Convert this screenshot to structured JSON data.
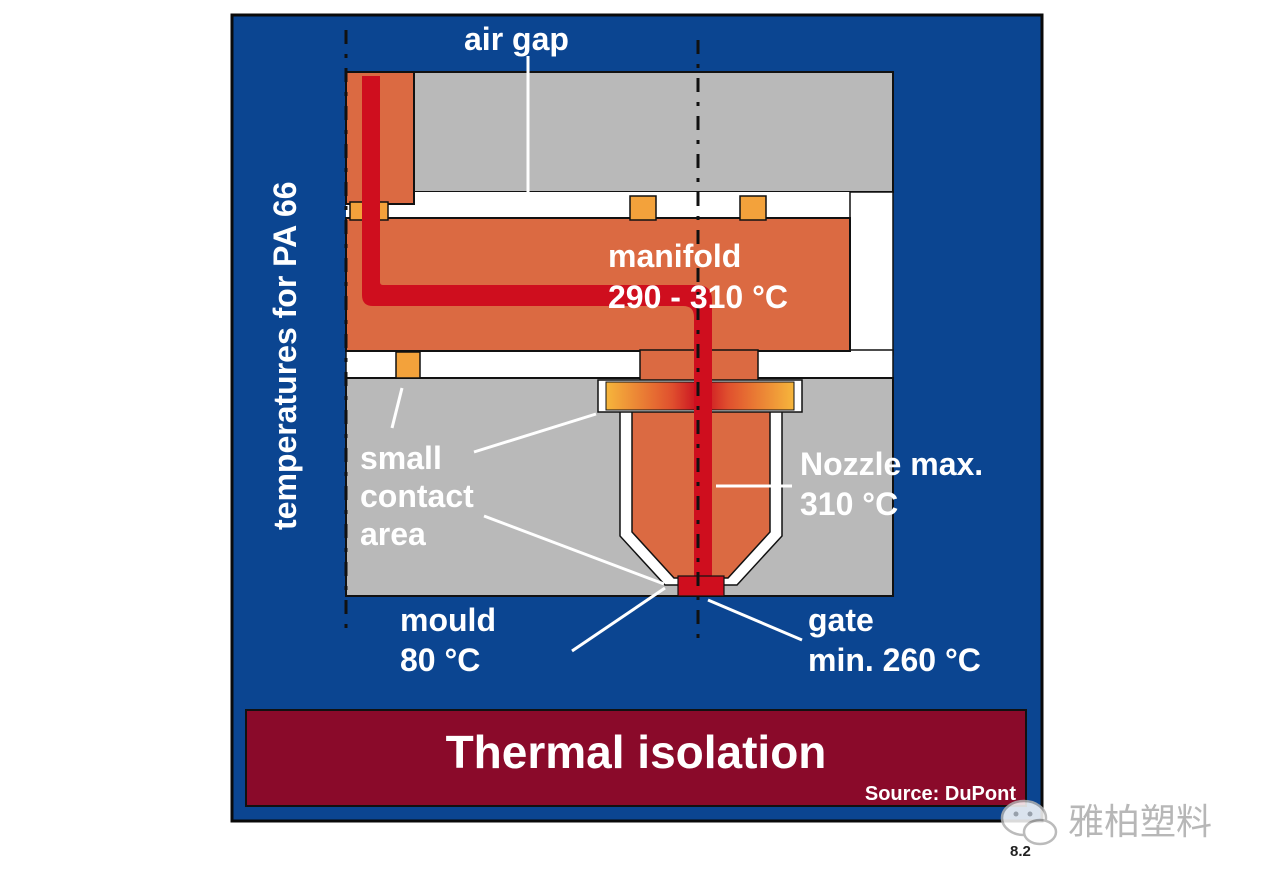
{
  "labels": {
    "air_gap": "air gap",
    "manifold_line1": "manifold",
    "manifold_line2": "290  - 310 °C",
    "small_contact_line1": "small",
    "small_contact_line2": "contact",
    "small_contact_line3": "area",
    "nozzle_line1": "Nozzle max.",
    "nozzle_line2": "310 °C",
    "mould_line1": "mould",
    "mould_line2": "80 °C",
    "gate_line1": "gate",
    "gate_line2": "min. 260 °C",
    "side_label": "temperatures for PA 66"
  },
  "banner": {
    "title": "Thermal isolation",
    "source": "Source: DuPont"
  },
  "watermark": {
    "text": "雅柏塑料",
    "icon": "wechat-icon"
  },
  "figure_number": "8.2",
  "colors": {
    "background_blue": "#0b4591",
    "mould_gray": "#b9b9b9",
    "manifold_orange": "#db6a42",
    "melt_red": "#cf0e1e",
    "banner_maroon": "#8a0a2a",
    "contact_pad": "#f3a23b"
  }
}
